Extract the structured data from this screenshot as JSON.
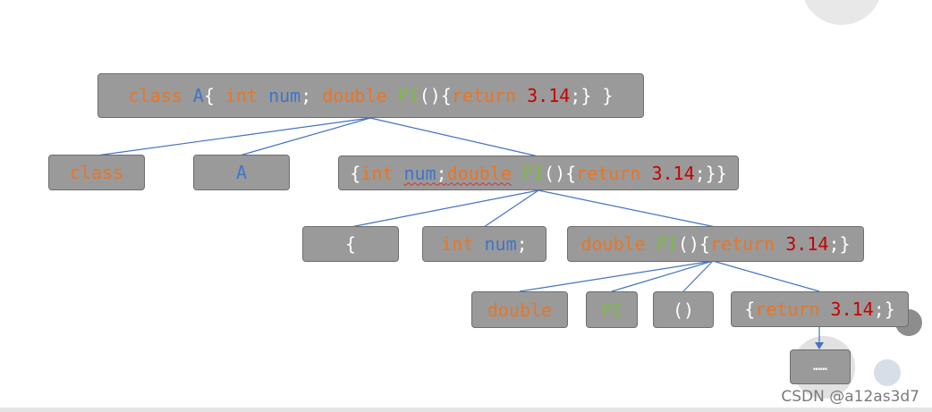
{
  "colors": {
    "keyword": "#e97524",
    "identifier": "#3f74c8",
    "function": "#7ebb45",
    "number": "#c80000",
    "punct": "#ffffff",
    "node_fill": "#9a9a9a",
    "edge": "#4472c4"
  },
  "nodes": {
    "root": [
      {
        "t": "class",
        "c": "kw"
      },
      {
        "t": " ",
        "c": "pn"
      },
      {
        "t": "A",
        "c": "id"
      },
      {
        "t": "{ ",
        "c": "pn"
      },
      {
        "t": "int",
        "c": "kw"
      },
      {
        "t": " ",
        "c": "pn"
      },
      {
        "t": "num",
        "c": "id"
      },
      {
        "t": "; ",
        "c": "pn"
      },
      {
        "t": "double",
        "c": "kw"
      },
      {
        "t": " ",
        "c": "pn"
      },
      {
        "t": "PI",
        "c": "fn"
      },
      {
        "t": "(){",
        "c": "pn"
      },
      {
        "t": "return",
        "c": "kw"
      },
      {
        "t": " ",
        "c": "pn"
      },
      {
        "t": "3.14",
        "c": "num"
      },
      {
        "t": ";} }",
        "c": "pn"
      }
    ],
    "class_kw": [
      {
        "t": "class",
        "c": "kw"
      }
    ],
    "class_name": [
      {
        "t": "A",
        "c": "id"
      }
    ],
    "class_body": [
      {
        "t": "{",
        "c": "pn"
      },
      {
        "t": "int",
        "c": "kw"
      },
      {
        "t": " ",
        "c": "pn"
      },
      {
        "t": "num",
        "c": "id",
        "squiggle": true
      },
      {
        "t": ";",
        "c": "pn",
        "squiggle": true
      },
      {
        "t": "double",
        "c": "kw",
        "squiggle": true
      },
      {
        "t": " ",
        "c": "pn"
      },
      {
        "t": "PI",
        "c": "fn"
      },
      {
        "t": "(){",
        "c": "pn"
      },
      {
        "t": "return",
        "c": "kw"
      },
      {
        "t": " ",
        "c": "pn"
      },
      {
        "t": "3.14",
        "c": "num"
      },
      {
        "t": ";}}",
        "c": "pn"
      }
    ],
    "open_brace": [
      {
        "t": "{",
        "c": "pn"
      }
    ],
    "field_decl": [
      {
        "t": "int",
        "c": "kw"
      },
      {
        "t": " ",
        "c": "pn"
      },
      {
        "t": "num",
        "c": "id"
      },
      {
        "t": ";",
        "c": "pn"
      }
    ],
    "method_decl": [
      {
        "t": "double",
        "c": "kw"
      },
      {
        "t": " ",
        "c": "pn"
      },
      {
        "t": "PI",
        "c": "fn"
      },
      {
        "t": "(){",
        "c": "pn"
      },
      {
        "t": "return",
        "c": "kw"
      },
      {
        "t": " ",
        "c": "pn"
      },
      {
        "t": "3.14",
        "c": "num"
      },
      {
        "t": ";}",
        "c": "pn"
      }
    ],
    "return_type": [
      {
        "t": "double",
        "c": "kw"
      }
    ],
    "method_name": [
      {
        "t": "PI",
        "c": "fn"
      }
    ],
    "params": [
      {
        "t": "()",
        "c": "pn"
      }
    ],
    "method_body": [
      {
        "t": "{",
        "c": "pn"
      },
      {
        "t": "return",
        "c": "kw"
      },
      {
        "t": " ",
        "c": "pn"
      },
      {
        "t": "3.14",
        "c": "num"
      },
      {
        "t": ";}",
        "c": "pn"
      }
    ],
    "ellipsis": [
      {
        "t": "……",
        "c": "pn"
      }
    ]
  },
  "watermark": "CSDN @a12as3d7"
}
